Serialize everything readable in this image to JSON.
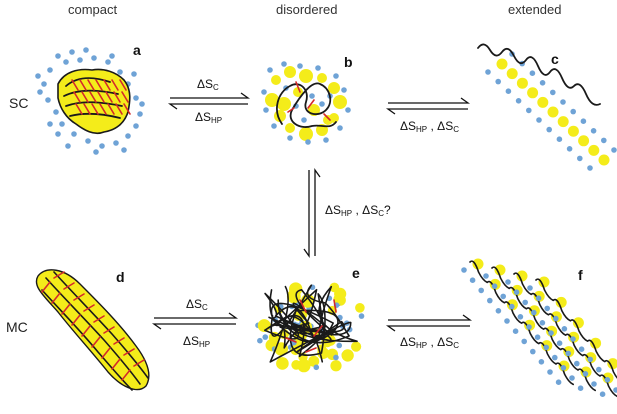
{
  "columns": {
    "compact": "compact",
    "disordered": "disordered",
    "extended": "extended"
  },
  "rows": {
    "sc": "SC",
    "mc": "MC"
  },
  "panels": {
    "a": "a",
    "b": "b",
    "c": "c",
    "d": "d",
    "e": "e",
    "f": "f"
  },
  "equilibria": {
    "ab_top": {
      "delta": "ΔS",
      "sub": "C"
    },
    "ab_bottom": {
      "delta": "ΔS",
      "sub": "HP"
    },
    "bc": {
      "d1": "ΔS",
      "s1": "HP",
      "sep": " , ",
      "d2": "ΔS",
      "s2": "C"
    },
    "be": {
      "d1": "ΔS",
      "s1": "HP",
      "sep": " , ",
      "d2": "ΔS",
      "s2": "C",
      "suffix": "?"
    },
    "de_top": {
      "delta": "ΔS",
      "sub": "C"
    },
    "de_bottom": {
      "delta": "ΔS",
      "sub": "HP"
    },
    "ef": {
      "d1": "ΔS",
      "s1": "HP",
      "sep": " , ",
      "d2": "ΔS",
      "s2": "C"
    }
  },
  "colors": {
    "water": "#6fa3d6",
    "hydrophobe": "#f4ec1a",
    "backbone": "#1a1a1a",
    "crosslink": "#d42a2a",
    "arrow": "#111111"
  },
  "icons": {
    "equilibrium": "equilibrium-arrows-icon"
  }
}
